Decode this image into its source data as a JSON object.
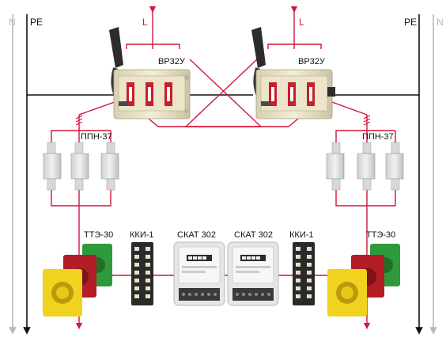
{
  "colors": {
    "phase": "#d4143c",
    "earth": "#111111",
    "neutral": "#b8b8b8"
  },
  "conductors": {
    "neutral": "N",
    "protective_earth": "PE",
    "phase": "L"
  },
  "switch_label": "ВР32У",
  "fuse_label": "ППН-37",
  "ct_label": "ТТЭ-30",
  "terminal_label": "ККИ-1",
  "meter_label": "СКАТ 302"
}
